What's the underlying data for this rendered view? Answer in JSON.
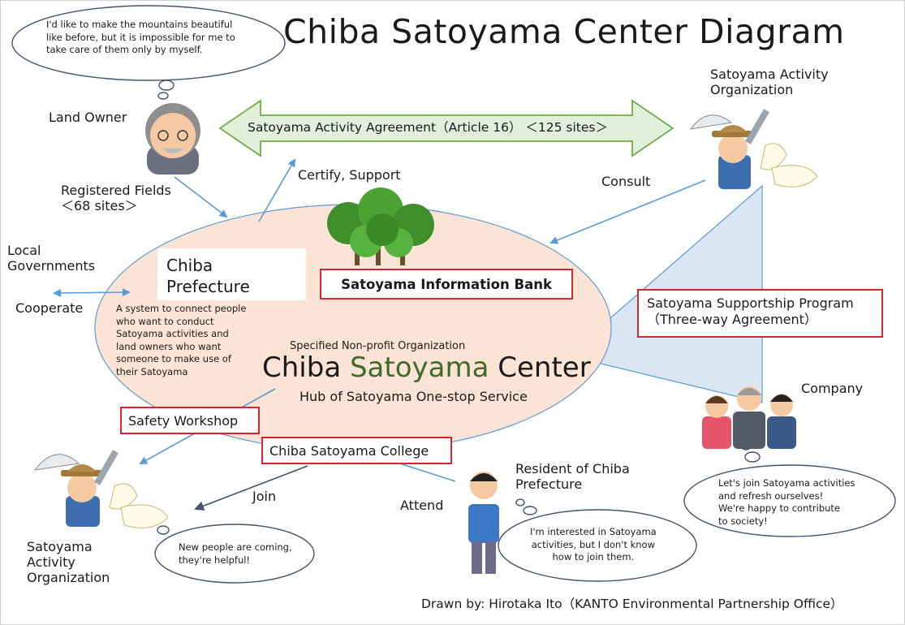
{
  "title": "Chiba Satoyama Center Diagram",
  "footer": "Drawn by: Hirotaka Ito（KANTO Environmental Partnership Office）",
  "colors": {
    "ellipse_fill": "#fbe4d5",
    "arrow_blue": "#5b9bd5",
    "agreement_arrow": "#e2efda",
    "agreement_arrow_border": "#70ad47",
    "triangle_fill": "#dae6f3",
    "highlight_border": "#d6262c",
    "satoyama_green": "#3e6b2a"
  },
  "actors": {
    "land_owner": "Land Owner",
    "activity_org_top": "Satoyama Activity\nOrganization",
    "activity_org_bottom": "Satoyama\nActivity\nOrganization",
    "local_governments": "Local\nGovernments",
    "company": "Company",
    "resident": "Resident of Chiba\nPrefecture",
    "chiba_prefecture": "Chiba\nPrefecture"
  },
  "relations": {
    "agreement": "Satoyama Activity Agreement（Article 16） ＜125 sites＞",
    "certify_support": "Certify, Support",
    "consult": "Consult",
    "registered_fields": "Registered Fields\n＜68 sites＞",
    "cooperate": "Cooperate",
    "join": "Join",
    "attend": "Attend"
  },
  "center": {
    "system_desc": "A system to connect people\nwho want to conduct\nSatoyama activities and\nland owners who want\nsomeone to make use of\ntheir Satoyama",
    "npo_label": "Specified Non-profit Organization",
    "name_part1": "Chiba ",
    "name_part2": "Satoyama",
    "name_part3": " Center",
    "hub": "Hub of Satoyama One-stop Service"
  },
  "boxes": {
    "info_bank": "Satoyama Information Bank",
    "supportship": "Satoyama Supportship Program\n（Three-way Agreement）",
    "safety_workshop": "Safety Workshop",
    "college": "Chiba Satoyama College"
  },
  "speech": {
    "land_owner": "I'd like to make the mountains beautiful\nlike before, but it is impossible for me to\ntake care of them only by myself.",
    "company": "Let's join Satoyama activities\nand refresh ourselves!\nWe're happy to contribute\nto society!",
    "resident": "I'm interested in Satoyama\nactivities, but I don't know\nhow to  join them.",
    "org": "New people are coming,\nthey're helpful!"
  }
}
